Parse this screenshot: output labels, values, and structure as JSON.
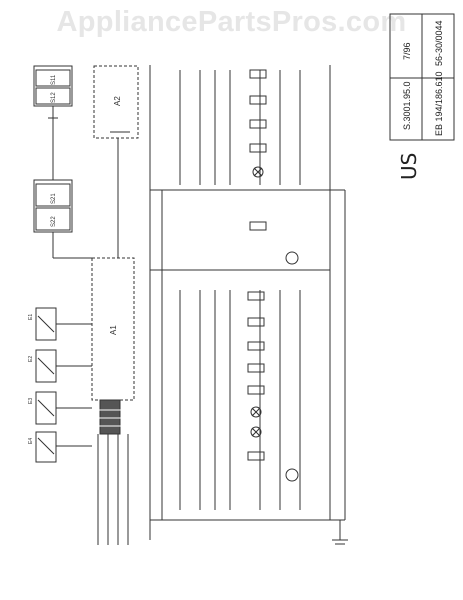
{
  "watermark": "AppliancePartsPros.com",
  "title_block": {
    "doc_number": "S.3001.95.0",
    "model": "EB 194/186.610",
    "date": "7/96",
    "code": "56-30/0044"
  },
  "handwritten_note": "US",
  "components": {
    "a1": "A1",
    "a2": "A2",
    "s11": "S11",
    "s12": "S12",
    "s21": "S21",
    "s22": "S22",
    "e1": "E1",
    "e2": "E2",
    "e3": "E3",
    "e4": "E4"
  },
  "colors": {
    "line": "#2a2a2a",
    "watermark": "#e6e6e6"
  }
}
